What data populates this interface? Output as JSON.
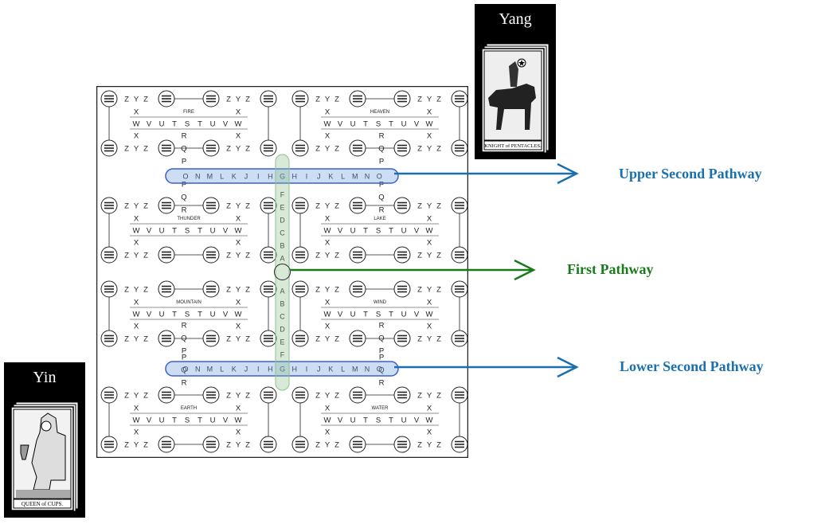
{
  "labels": {
    "upper": "Upper Second Pathway",
    "first": "First Pathway",
    "lower": "Lower Second Pathway"
  },
  "cards": {
    "yang": {
      "title": "Yang",
      "caption": "KNIGHT of PENTACLES."
    },
    "yin": {
      "title": "Yin",
      "caption": "QUEEN of CUPS."
    }
  },
  "board": {
    "quadrants": [
      "FIRE",
      "HEAVEN",
      "THUNDER",
      "LAKE",
      "MOUNTAIN",
      "WIND",
      "EARTH",
      "WATER"
    ],
    "pathway_row": [
      "O",
      "N",
      "M",
      "L",
      "K",
      "J",
      "I",
      "H",
      "G",
      "H",
      "I",
      "J",
      "K",
      "L",
      "M",
      "N",
      "O"
    ],
    "vertical_upper": [
      "F",
      "E",
      "D",
      "C",
      "B",
      "A"
    ],
    "vertical_lower": [
      "A",
      "B",
      "C",
      "D",
      "E",
      "F"
    ],
    "corner_row": [
      "Z",
      "Y",
      "Z"
    ],
    "middle_row": [
      "W",
      "V",
      "U",
      "T",
      "S",
      "T",
      "U",
      "V",
      "W"
    ],
    "spine_upper": [
      "R",
      "Q",
      "P"
    ],
    "spine_lower": [
      "P",
      "Q",
      "R"
    ]
  },
  "colors": {
    "upper_arrow": "#1a6fae",
    "first_arrow": "#1a7a1a",
    "lower_arrow": "#1a6fae",
    "blue_highlight": "#6f9fe0",
    "green_highlight": "#8fbf8f"
  }
}
